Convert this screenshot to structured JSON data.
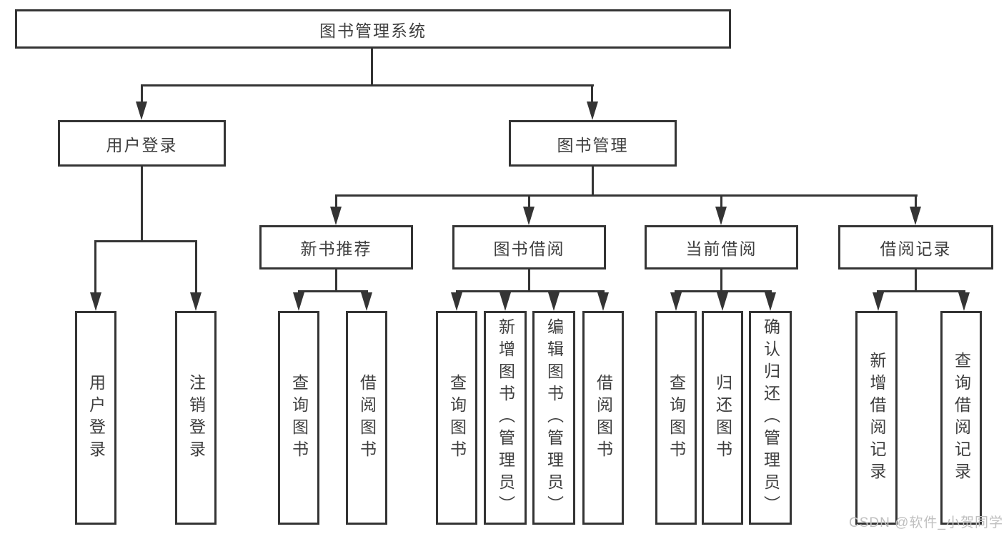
{
  "nodes": {
    "root": "图书管理系统",
    "level2": [
      "用户登录",
      "图书管理"
    ],
    "level3": [
      "新书推荐",
      "图书借阅",
      "当前借阅",
      "借阅记录"
    ],
    "leaves_user_login": [
      "用户登录",
      "注销登录"
    ],
    "leaves_new_book": [
      "查询图书",
      "借阅图书"
    ],
    "leaves_book_borrow": [
      "查询图书",
      "新增图书（管理员）",
      "编辑图书（管理员）",
      "借阅图书"
    ],
    "leaves_current_borrow": [
      "查询图书",
      "归还图书",
      "确认归还（管理员）"
    ],
    "leaves_borrow_record": [
      "新增借阅记录",
      "查询借阅记录"
    ]
  },
  "watermark": "CSDN @软件_小贺同学",
  "colors": {
    "line": "#343434",
    "text": "#3e3e3e",
    "watermark": "#bfbfbf",
    "background": "#ffffff"
  }
}
